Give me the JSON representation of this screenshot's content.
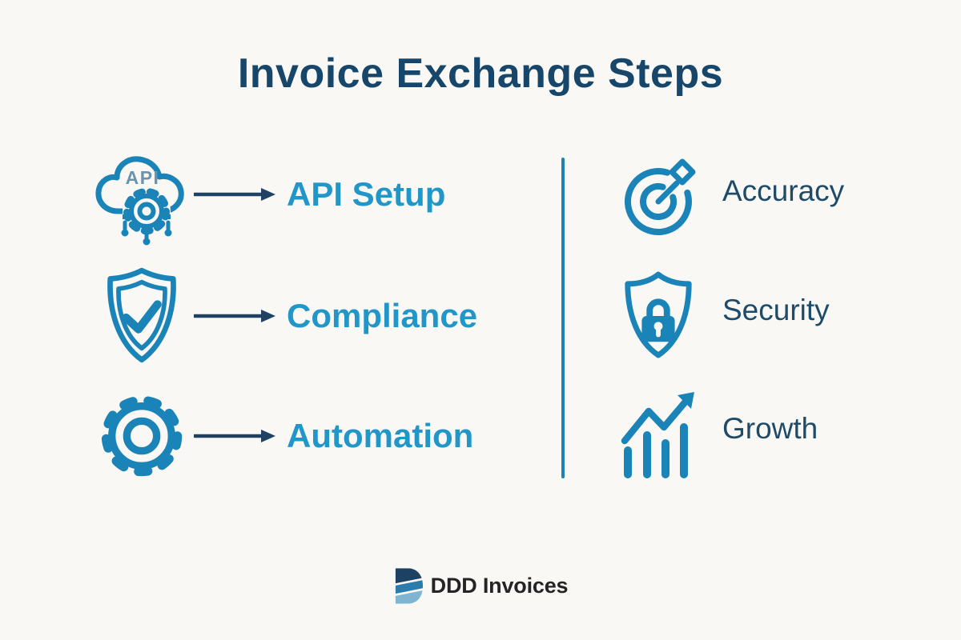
{
  "title": "Invoice Exchange Steps",
  "cloud_icon_text": "API",
  "steps": [
    {
      "label": "API Setup",
      "icon": "cloud-api-gear-icon"
    },
    {
      "label": "Compliance",
      "icon": "shield-check-icon"
    },
    {
      "label": "Automation",
      "icon": "gear-icon"
    }
  ],
  "benefits": [
    {
      "label": "Accuracy",
      "icon": "target-dart-icon"
    },
    {
      "label": "Security",
      "icon": "shield-lock-icon"
    },
    {
      "label": "Growth",
      "icon": "growth-chart-icon"
    }
  ],
  "footer": {
    "brand": "DDD Invoices"
  },
  "colors": {
    "bg": "#faf8f4",
    "title_navy": "#16476b",
    "step_cyan": "#2196c9",
    "icon_blue": "#1a84b8",
    "arrow_navy": "#1e4164",
    "benefit_navy": "#1d4b69",
    "divider_blue": "#1a84b8",
    "api_text": "#6a94ae",
    "logo_text": "#242424",
    "logo_dark": "#1d4163",
    "logo_mid": "#2b7cac",
    "logo_light": "#7fb5d1"
  }
}
